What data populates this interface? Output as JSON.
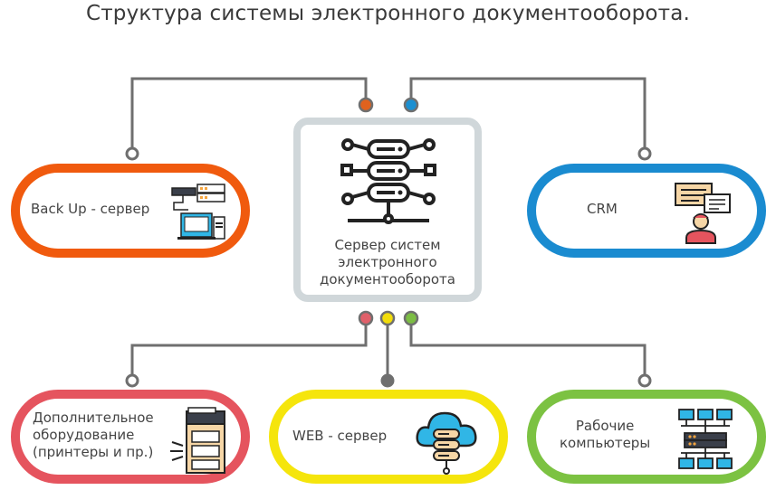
{
  "title": "Структура системы электронного документооборота.",
  "server": {
    "label_lines": [
      "Сервер систем",
      "электронного",
      "документооборота"
    ]
  },
  "nodes": {
    "backup": {
      "label": "Back Up - сервер",
      "color": "#f05a0e",
      "icon": "backup-server-icon"
    },
    "crm": {
      "label": "CRM",
      "color": "#1a8bd0",
      "icon": "crm-chat-icon"
    },
    "equipment": {
      "label_lines": [
        "Дополнительное",
        "оборудование",
        "(принтеры и пр.)"
      ],
      "color": "#e5545e",
      "icon": "printer-icon"
    },
    "web": {
      "label": "WEB - сервер",
      "color": "#f5e50c",
      "icon": "cloud-server-icon"
    },
    "workstations": {
      "label_lines": [
        "Рабочие",
        "компьютеры"
      ],
      "color": "#7cc242",
      "icon": "network-computers-icon"
    }
  },
  "connectors": {
    "top_left": "#e0621e",
    "top_right": "#1b8fd1",
    "bottom_left": "#e0606a",
    "bottom_middle": "#f2dd0b",
    "bottom_right": "#7cbd44",
    "wire": "#6f6f6f"
  }
}
